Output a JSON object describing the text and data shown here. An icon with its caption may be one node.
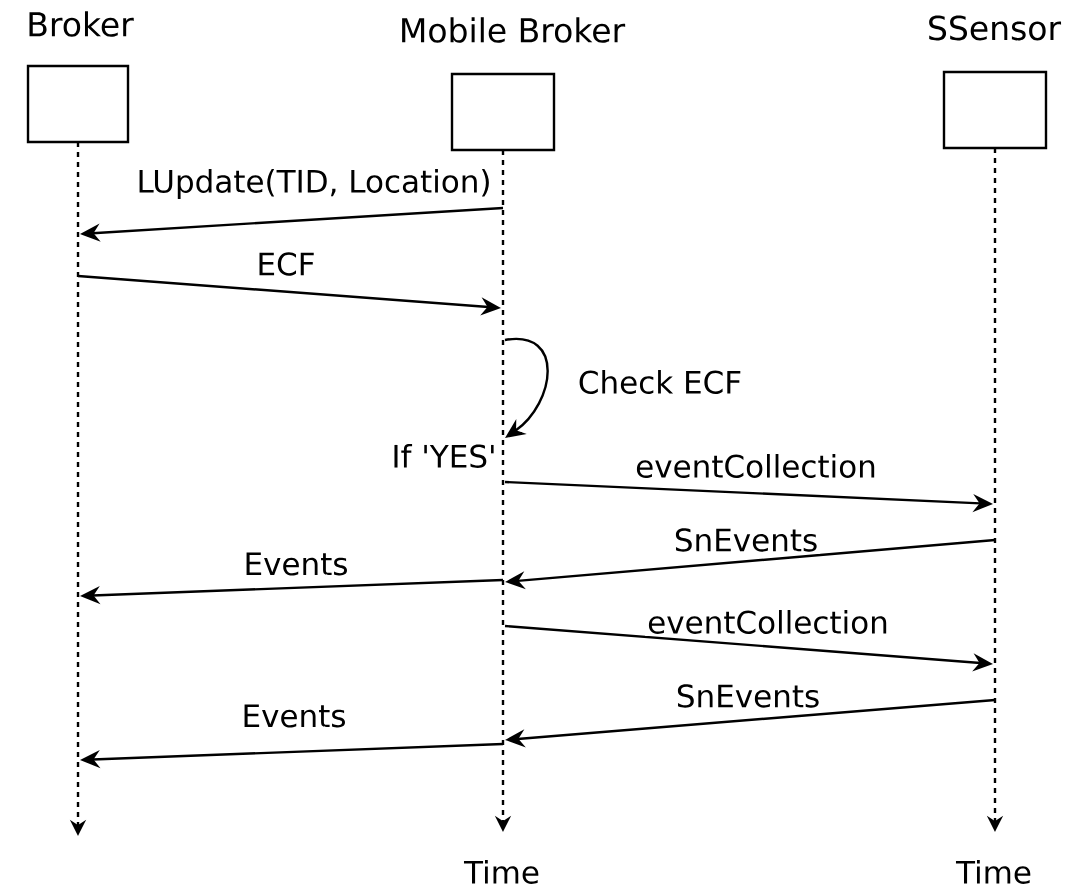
{
  "diagram": {
    "nodes": [
      {
        "text": [
          "Broker"
        ]
      },
      {
        "text": [
          "Mobile Broker"
        ]
      },
      {
        "text": [
          "SSensor"
        ]
      }
    ],
    "edges": [
      {
        "from": 1,
        "to": 0,
        "arrow": "to",
        "label": "LUpdate(TID, Location)"
      },
      {
        "from": 0,
        "to": 1,
        "arrow": "to",
        "label": "ECF"
      },
      {
        "from": 1,
        "to": 1,
        "arrow": "to",
        "label": "Check ECF"
      },
      {
        "from": 1,
        "to": 2,
        "arrow": "to",
        "label": "eventCollection"
      },
      {
        "from": 2,
        "to": 1,
        "arrow": "to",
        "label": "SnEvents"
      },
      {
        "from": 1,
        "to": 0,
        "arrow": "to",
        "label": "Events"
      },
      {
        "from": 1,
        "to": 2,
        "arrow": "to",
        "label": "eventCollection"
      },
      {
        "from": 2,
        "to": 1,
        "arrow": "to",
        "label": "SnEvents"
      },
      {
        "from": 1,
        "to": 0,
        "arrow": "to",
        "label": "Events"
      }
    ],
    "labels": [
      "If 'YES'",
      "Time",
      "Time"
    ]
  }
}
